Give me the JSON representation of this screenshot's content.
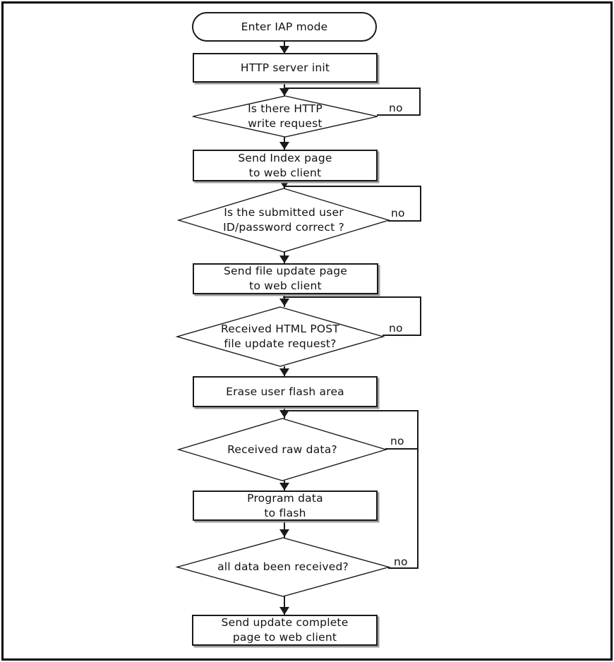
{
  "colors": {
    "line": "#1a1a1a",
    "text": "#121212",
    "box_shadow": "#9c9c9c",
    "background": "#ffffff"
  },
  "flow": {
    "start": {
      "label": "Enter IAP mode"
    },
    "http_server_init": {
      "label": "HTTP server init"
    },
    "d_write_request": {
      "line1": "Is there HTTP",
      "line2": "write request",
      "no": "no"
    },
    "send_index": {
      "line1": "Send Index page",
      "line2": "to web client"
    },
    "d_credentials": {
      "line1": "Is the submitted user",
      "line2": "ID/password correct ?",
      "no": "no"
    },
    "send_file_update": {
      "line1": "Send file update page",
      "line2": "to web client"
    },
    "d_post_request": {
      "line1": "Received HTML POST",
      "line2": "file update request?",
      "no": "no"
    },
    "erase_flash": {
      "label": "Erase user flash area"
    },
    "d_raw_data": {
      "label": "Received raw data?",
      "no": "no"
    },
    "program_flash": {
      "line1": "Program data",
      "line2": "to flash"
    },
    "d_all_received": {
      "label": "all data been received?",
      "no": "no"
    },
    "send_complete": {
      "line1": "Send update complete",
      "line2": "page to web client"
    }
  }
}
